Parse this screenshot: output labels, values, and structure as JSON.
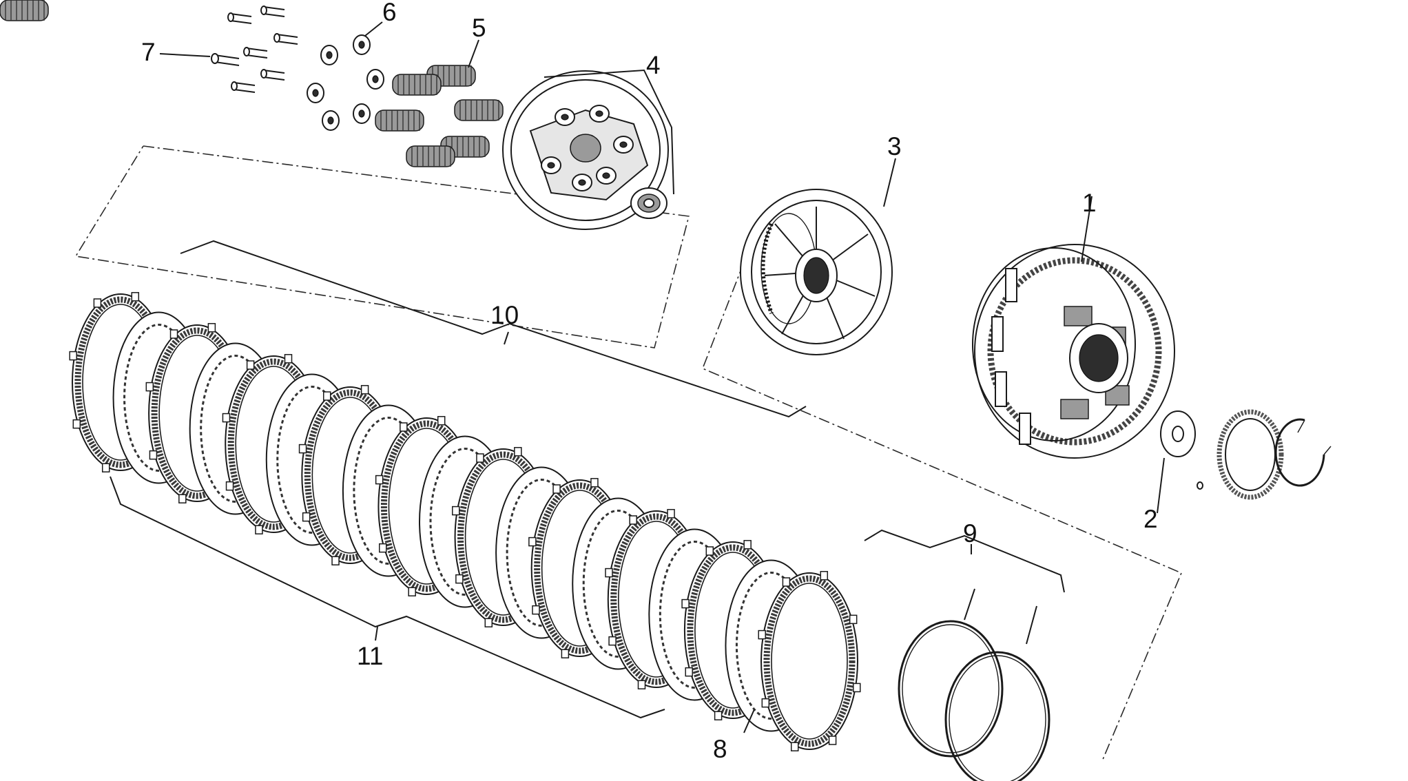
{
  "callouts": [
    {
      "id": "1",
      "label": "1"
    },
    {
      "id": "2",
      "label": "2"
    },
    {
      "id": "3",
      "label": "3"
    },
    {
      "id": "4",
      "label": "4"
    },
    {
      "id": "5",
      "label": "5"
    },
    {
      "id": "6",
      "label": "6"
    },
    {
      "id": "7",
      "label": "7"
    },
    {
      "id": "8",
      "label": "8"
    },
    {
      "id": "9",
      "label": "9"
    },
    {
      "id": "10",
      "label": "10"
    },
    {
      "id": "11",
      "label": "11"
    }
  ],
  "colors": {
    "line": "#1a1a1a",
    "background": "#ffffff",
    "shade": "#9a9a9a"
  },
  "plates": {
    "friction_count": 10,
    "steel_count": 9,
    "wire_ring_count": 2
  }
}
